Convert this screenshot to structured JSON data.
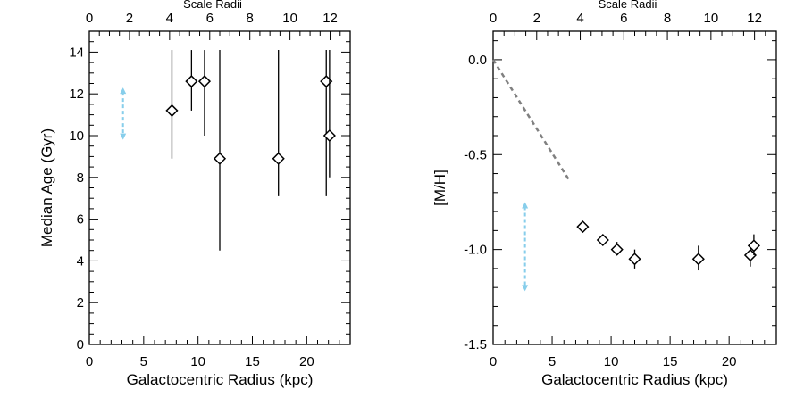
{
  "chart_data": [
    {
      "type": "scatter",
      "title": "",
      "xlabel": "Galactocentric Radius (kpc)",
      "ylabel": "Median Age (Gyr)",
      "top_axis_label": "Scale Radii",
      "xlim": [
        0,
        24
      ],
      "ylim": [
        0,
        15
      ],
      "top_xlim": [
        0,
        13
      ],
      "x_ticks": [
        0,
        5,
        10,
        15,
        20
      ],
      "y_ticks": [
        0,
        2,
        4,
        6,
        8,
        10,
        12,
        14
      ],
      "top_ticks": [
        0,
        2,
        4,
        6,
        8,
        10,
        12
      ],
      "series": [
        {
          "marker": "diamond",
          "points": [
            {
              "x": 7.6,
              "y": 11.2,
              "ylow": 8.9,
              "yhigh": 14.1
            },
            {
              "x": 9.4,
              "y": 12.6,
              "ylow": 11.2,
              "yhigh": 14.1
            },
            {
              "x": 10.6,
              "y": 12.6,
              "ylow": 10.0,
              "yhigh": 14.1
            },
            {
              "x": 12.0,
              "y": 8.9,
              "ylow": 4.5,
              "yhigh": 14.1
            },
            {
              "x": 17.4,
              "y": 8.9,
              "ylow": 7.1,
              "yhigh": 14.1
            },
            {
              "x": 21.8,
              "y": 12.6,
              "ylow": 7.1,
              "yhigh": 14.1
            },
            {
              "x": 22.1,
              "y": 10.0,
              "ylow": 8.0,
              "yhigh": 14.1
            }
          ]
        }
      ],
      "annotations": [
        {
          "kind": "double-arrow",
          "color": "#87CEEB",
          "x": 3.1,
          "y_from": 9.8,
          "y_to": 12.3
        }
      ]
    },
    {
      "type": "scatter",
      "title": "",
      "xlabel": "Galactocentric Radius (kpc)",
      "ylabel": "[M/H]",
      "top_axis_label": "Scale Radii",
      "xlim": [
        0,
        24
      ],
      "ylim": [
        -1.5,
        0.15
      ],
      "top_xlim": [
        0,
        13
      ],
      "x_ticks": [
        0,
        5,
        10,
        15,
        20
      ],
      "y_ticks": [
        0.0,
        -0.5,
        -1.0,
        -1.5
      ],
      "y_tick_labels": [
        "0.0",
        "-0.5",
        "-1.0",
        "-1.5"
      ],
      "top_ticks": [
        0,
        2,
        4,
        6,
        8,
        10,
        12
      ],
      "series": [
        {
          "marker": "diamond",
          "points": [
            {
              "x": 7.6,
              "y": -0.88,
              "ylow": -0.88,
              "yhigh": -0.88
            },
            {
              "x": 9.3,
              "y": -0.95,
              "ylow": -0.95,
              "yhigh": -0.95
            },
            {
              "x": 10.5,
              "y": -1.0,
              "ylow": -1.03,
              "yhigh": -0.96
            },
            {
              "x": 12.0,
              "y": -1.05,
              "ylow": -1.1,
              "yhigh": -1.0
            },
            {
              "x": 17.4,
              "y": -1.05,
              "ylow": -1.11,
              "yhigh": -0.98
            },
            {
              "x": 21.8,
              "y": -1.03,
              "ylow": -1.09,
              "yhigh": -0.97
            },
            {
              "x": 22.1,
              "y": -0.98,
              "ylow": -1.03,
              "yhigh": -0.92
            }
          ]
        }
      ],
      "lines": [
        {
          "style": "dashed",
          "color": "#808080",
          "x": [
            0,
            6.5
          ],
          "y": [
            0.0,
            -0.64
          ]
        }
      ],
      "annotations": [
        {
          "kind": "double-arrow",
          "color": "#87CEEB",
          "x": 2.7,
          "y_from": -1.22,
          "y_to": -0.75
        }
      ]
    }
  ]
}
